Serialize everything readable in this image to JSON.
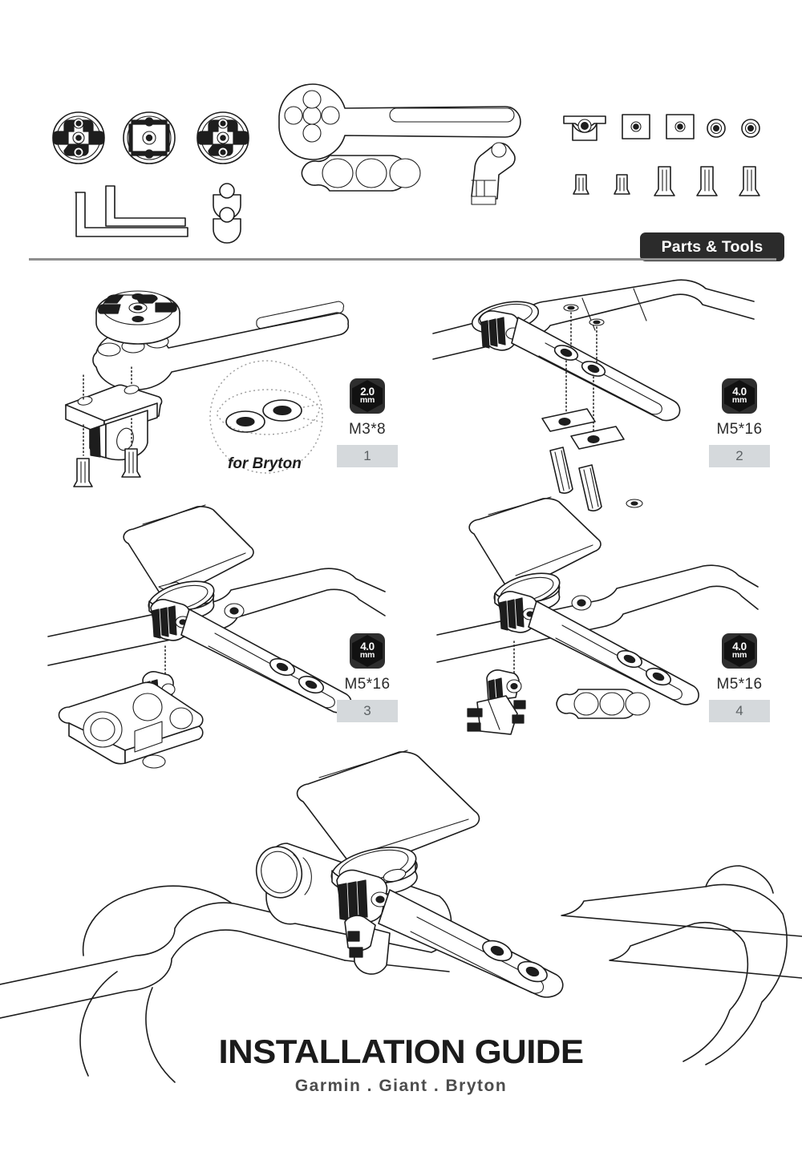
{
  "document": {
    "title": "INSTALLATION GUIDE",
    "subtitle": "Garmin . Giant . Bryton",
    "banner_label": "Parts & Tools"
  },
  "parts": {
    "section_label": "Parts & Tools",
    "items": [
      {
        "name": "garmin-mount-puck",
        "icon": "round-quarter-turn-mount"
      },
      {
        "name": "giant-mount-puck",
        "icon": "round-mount-plate"
      },
      {
        "name": "bryton-mount-puck",
        "icon": "round-quarter-turn-mount"
      },
      {
        "name": "out-front-mount-arm",
        "icon": "long-slotted-arm"
      },
      {
        "name": "gopro-adapter-bracket",
        "icon": "angled-tab-bracket"
      },
      {
        "name": "three-hole-accessory-plate",
        "icon": "oval-triple-hole-plate"
      },
      {
        "name": "under-mount-bracket",
        "icon": "saddle-bracket"
      },
      {
        "name": "square-backing-plate-a",
        "icon": "square-plate"
      },
      {
        "name": "square-backing-plate-b",
        "icon": "square-plate"
      },
      {
        "name": "washer-a",
        "icon": "round-washer"
      },
      {
        "name": "washer-b",
        "icon": "round-washer"
      },
      {
        "name": "hex-key-large",
        "icon": "allen-key"
      },
      {
        "name": "hex-key-small",
        "icon": "allen-key"
      },
      {
        "name": "rubber-shim-a",
        "icon": "half-moon-shim"
      },
      {
        "name": "rubber-shim-b",
        "icon": "half-moon-shim"
      },
      {
        "name": "bolt-m3-8-a",
        "icon": "short-bolt"
      },
      {
        "name": "bolt-m3-8-b",
        "icon": "short-bolt"
      },
      {
        "name": "bolt-m5-16-a",
        "icon": "long-bolt"
      },
      {
        "name": "bolt-m5-16-b",
        "icon": "long-bolt"
      },
      {
        "name": "bolt-m5-16-c",
        "icon": "long-bolt"
      }
    ]
  },
  "steps": [
    {
      "number": "1",
      "tool_size": "2.0",
      "tool_unit": "mm",
      "screw": "M3*8",
      "note": "for Bryton",
      "description": "Attach computer mount puck and bracket to the arm"
    },
    {
      "number": "2",
      "tool_size": "4.0",
      "tool_unit": "mm",
      "screw": "M5*16",
      "note": "",
      "description": "Secure arm to the handlebar with backing plates"
    },
    {
      "number": "3",
      "tool_size": "4.0",
      "tool_unit": "mm",
      "screw": "M5*16",
      "note": "",
      "description": "Mount action camera under the arm"
    },
    {
      "number": "4",
      "tool_size": "4.0",
      "tool_unit": "mm",
      "screw": "M5*16",
      "note": "",
      "description": "Mount front light under the arm"
    }
  ],
  "final_illustration": {
    "name": "completed-assembly-on-drop-handlebar",
    "description": "Computer mount installed on drop handlebar with stem"
  },
  "colors": {
    "banner_bg": "#2b2b2b",
    "banner_text": "#ffffff",
    "step_badge_bg": "#d5d9dc",
    "step_badge_text": "#5d6265",
    "tool_badge_bg": "#2e2e2e",
    "line": "#1d1d1d",
    "divider": "#8e8e8e",
    "title": "#1b1b1b",
    "subtitle": "#4c4c4c"
  }
}
